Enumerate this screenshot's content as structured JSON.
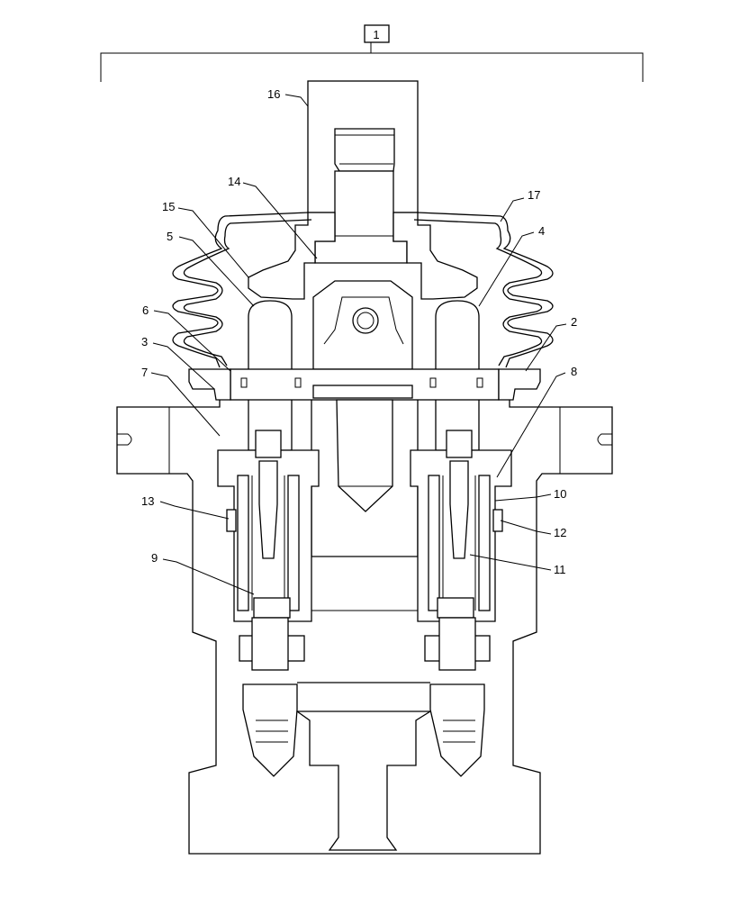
{
  "assembly_number": "1",
  "callouts": [
    {
      "id": "16",
      "label": "16"
    },
    {
      "id": "14",
      "label": "14"
    },
    {
      "id": "17",
      "label": "17"
    },
    {
      "id": "15",
      "label": "15"
    },
    {
      "id": "5",
      "label": "5"
    },
    {
      "id": "4",
      "label": "4"
    },
    {
      "id": "6",
      "label": "6"
    },
    {
      "id": "2",
      "label": "2"
    },
    {
      "id": "3",
      "label": "3"
    },
    {
      "id": "7",
      "label": "7"
    },
    {
      "id": "8",
      "label": "8"
    },
    {
      "id": "13",
      "label": "13"
    },
    {
      "id": "10",
      "label": "10"
    },
    {
      "id": "12",
      "label": "12"
    },
    {
      "id": "9",
      "label": "9"
    },
    {
      "id": "11",
      "label": "11"
    }
  ]
}
